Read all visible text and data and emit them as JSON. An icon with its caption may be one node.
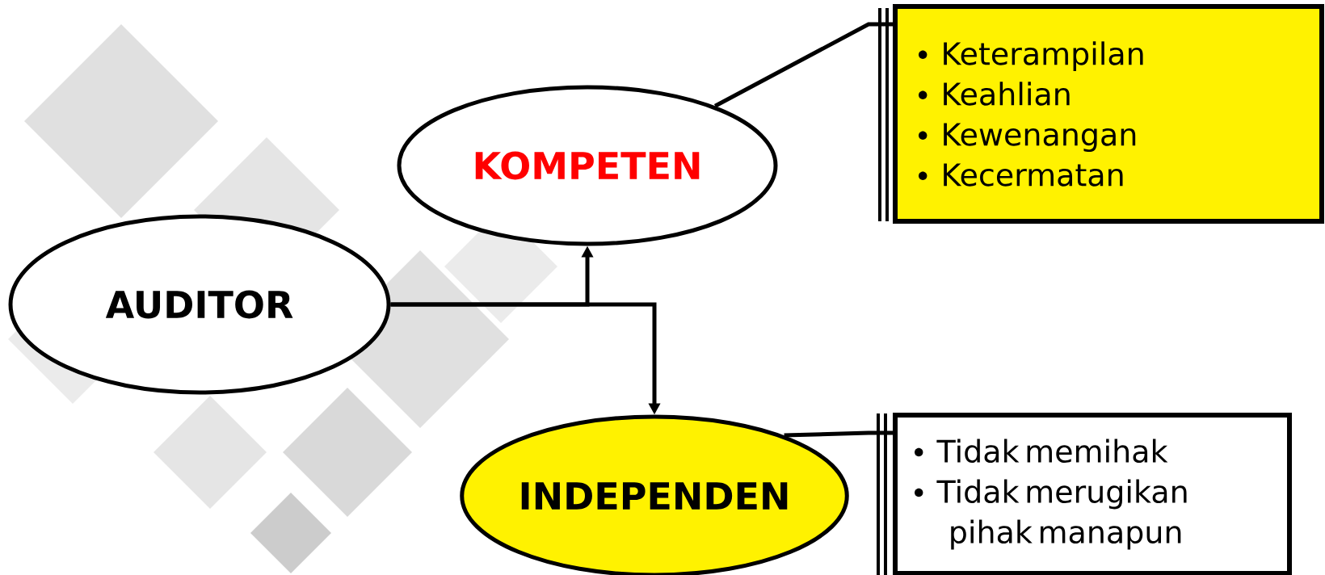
{
  "diagram": {
    "nodes": [
      {
        "text": [
          "AUDITOR"
        ]
      },
      {
        "text": [
          "KOMPETEN"
        ]
      },
      {
        "text": [
          "Keterampilan",
          "Keahlian",
          "Kewenangan",
          "Kecermatan"
        ]
      },
      {
        "text": [
          "INDEPENDEN"
        ]
      },
      {
        "text": [
          "Tidak memihak",
          "Tidak merugikan pihak manapun"
        ]
      }
    ],
    "edges": [
      {
        "from": 0,
        "to": 1,
        "arrow": "to"
      },
      {
        "from": 0,
        "to": 3,
        "arrow": "to"
      },
      {
        "from": 1,
        "to": 2,
        "arrow": "none"
      },
      {
        "from": 3,
        "to": 4,
        "arrow": "none"
      }
    ]
  }
}
